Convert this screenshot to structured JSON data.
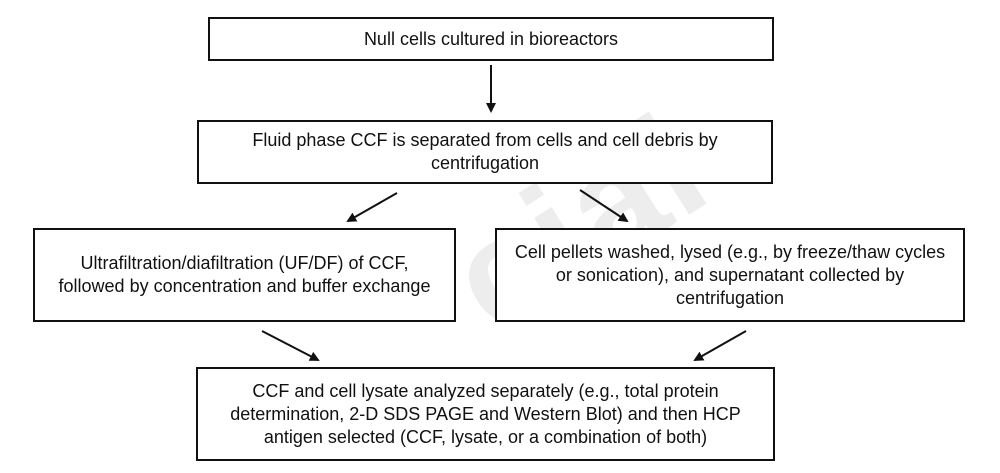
{
  "flowchart": {
    "steps": [
      {
        "id": "null-cells",
        "text": "Null cells cultured in bioreactors"
      },
      {
        "id": "separation",
        "text": "Fluid phase CCF is separated from  cells and cell debris by centrifugation"
      },
      {
        "id": "ufdf",
        "text": "Ultrafiltration/diafiltration (UF/DF) of CCF, followed by concentration and buffer exchange"
      },
      {
        "id": "cell-pellets",
        "text": "Cell pellets washed, lysed (e.g., by freeze/thaw cycles or sonication), and supernatant collected by centrifugation"
      },
      {
        "id": "analysis",
        "text": "CCF and cell lysate analyzed separately (e.g., total protein determination, 2-D SDS PAGE and Western Blot) and then HCP antigen selected (CCF, lysate, or a combination of both)"
      }
    ],
    "connections": [
      {
        "from": "null-cells",
        "to": "separation"
      },
      {
        "from": "separation",
        "to": "ufdf"
      },
      {
        "from": "separation",
        "to": "cell-pellets"
      },
      {
        "from": "ufdf",
        "to": "analysis"
      },
      {
        "from": "cell-pellets",
        "to": "analysis"
      }
    ]
  },
  "watermark": {
    "text": "cial"
  },
  "colors": {
    "line": "#111111",
    "background": "#ffffff",
    "watermark": "rgba(0,0,0,0.07)"
  }
}
